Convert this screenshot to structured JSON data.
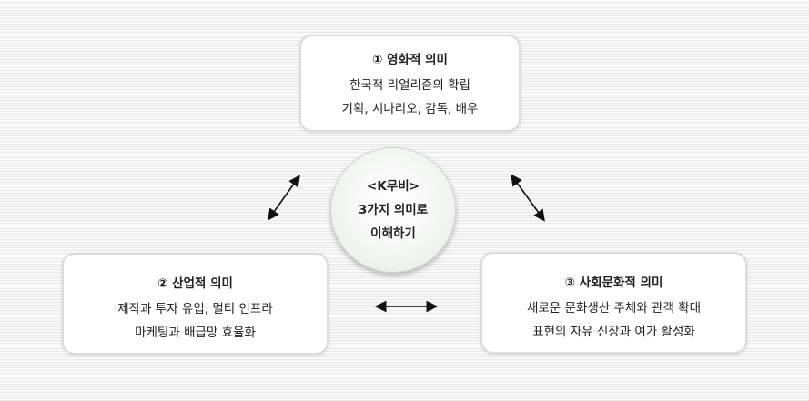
{
  "center": {
    "lines": [
      "<K무비>",
      "3가지 의미로",
      "이해하기"
    ]
  },
  "film": {
    "title": "① 영화적 의미",
    "lines": [
      "한국적 리얼리즘의 확립",
      "기획, 시나리오, 감독, 배우"
    ]
  },
  "industry": {
    "title": "② 산업적 의미",
    "lines": [
      "제작과 투자 유입, 멀티 인프라",
      "마케팅과 배급망 효율화"
    ]
  },
  "social": {
    "title": "③ 사회문화적 의미",
    "lines": [
      "새로운 문화생산 주체와 관객 확대",
      "표현의 자유 신장과 여가 활성화"
    ]
  }
}
